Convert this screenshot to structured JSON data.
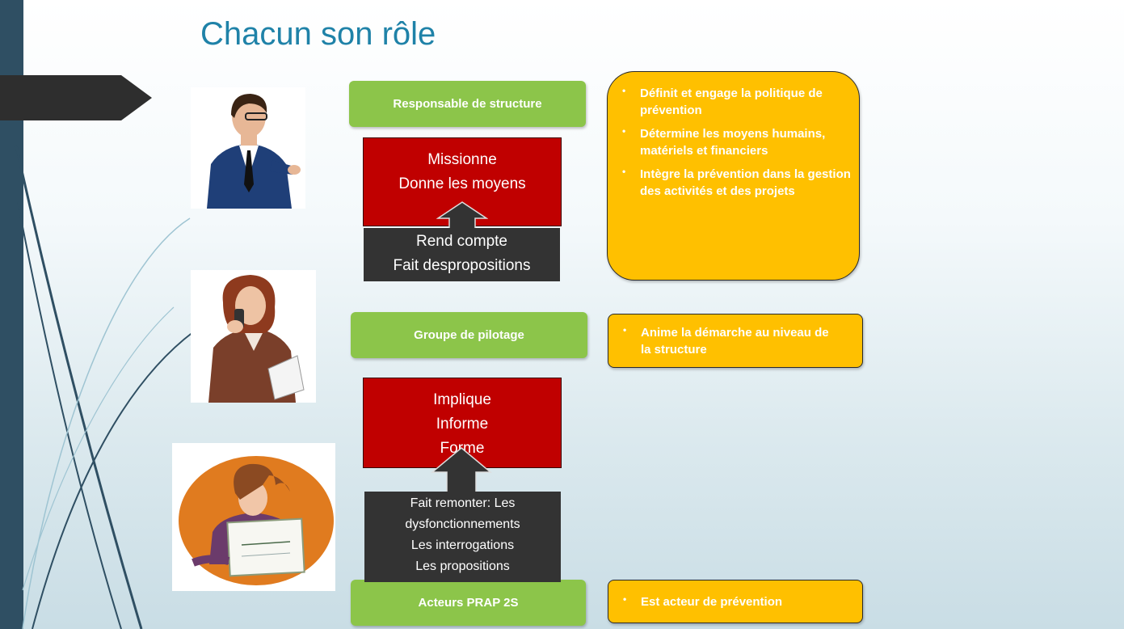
{
  "title": "Chacun son rôle",
  "roles": [
    {
      "label": "Responsable de structure"
    },
    {
      "label": "Groupe de pilotage"
    },
    {
      "label": "Acteurs PRAP 2S"
    }
  ],
  "flows": {
    "top_down_1": [
      "Missionne",
      "Donne les moyens"
    ],
    "bottom_up_1": [
      "Rend compte",
      "Fait despropositions"
    ],
    "top_down_2": [
      "Implique",
      "Informe",
      "Forme"
    ],
    "bottom_up_2": [
      "Fait remonter: Les",
      "dysfonctionnements",
      "Les interrogations",
      "Les propositions"
    ]
  },
  "responsibilities": {
    "responsable": [
      "Définit et engage la politique de prévention",
      "Détermine les moyens humains, matériels et financiers",
      "Intègre la prévention dans la gestion des activités et des projets"
    ],
    "pilotage": [
      "Anime la démarche au niveau de la structure"
    ],
    "acteurs": [
      "Est acteur de prévention"
    ]
  },
  "colors": {
    "green": "#8cc54a",
    "red": "#c00000",
    "orange": "#ffc000",
    "dark": "#333333",
    "title": "#1f82a8"
  }
}
